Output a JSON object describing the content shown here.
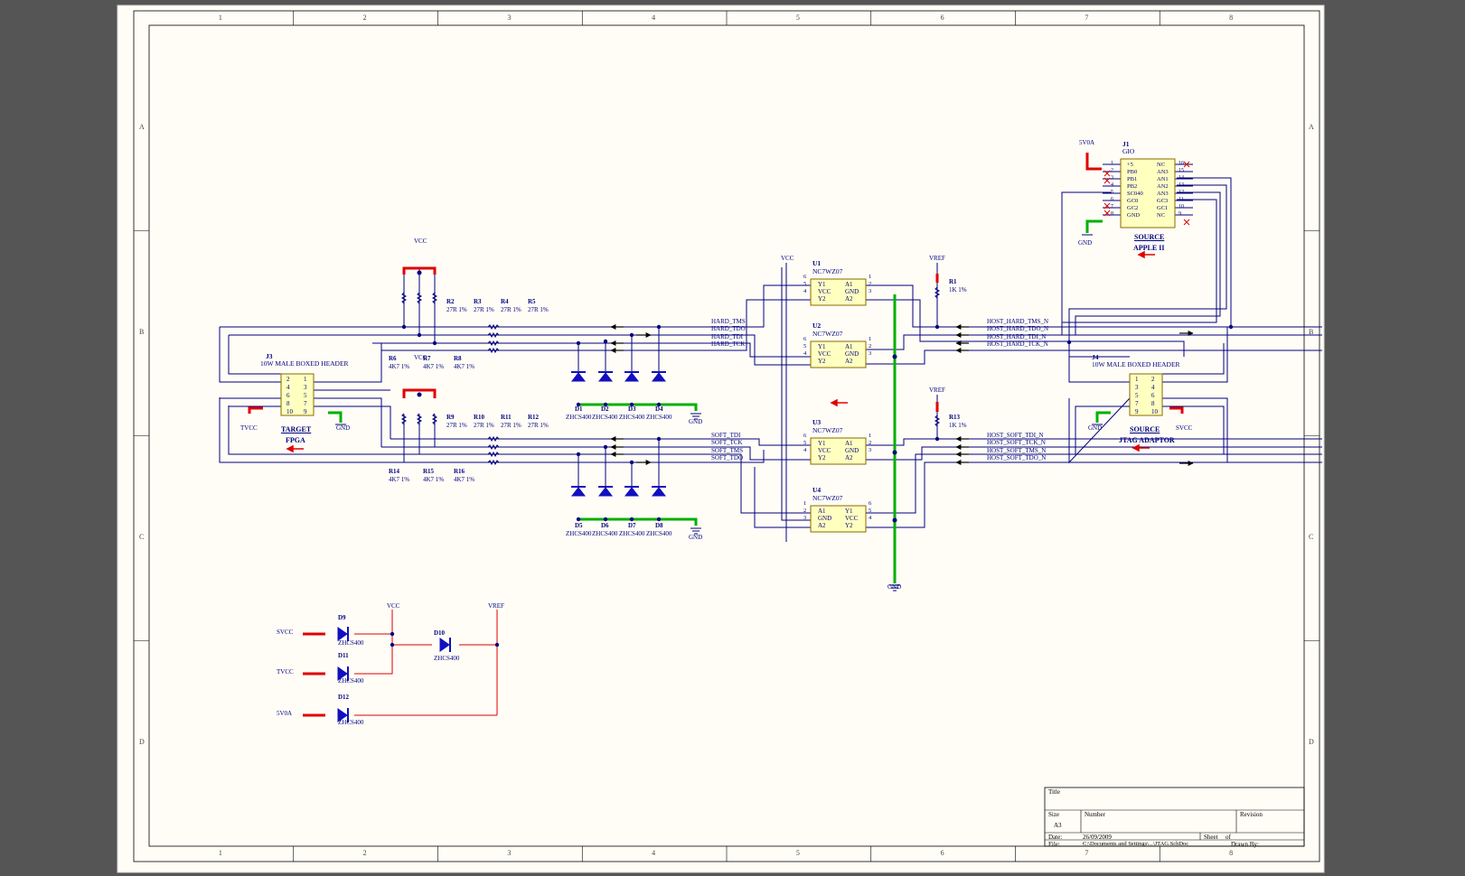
{
  "sheet": {
    "zone_columns": [
      "1",
      "2",
      "3",
      "4",
      "5",
      "6",
      "7",
      "8"
    ],
    "zone_rows": [
      "A",
      "B",
      "C",
      "D"
    ]
  },
  "ports": {
    "vcc": "VCC",
    "vref": "VREF",
    "gnd": "GND",
    "tvcc": "TVCC",
    "svcc": "SVCC",
    "v5a": "5V0A"
  },
  "resistors": [
    {
      "ref": "R1",
      "value": "1K 1%"
    },
    {
      "ref": "R2",
      "value": "27R 1%"
    },
    {
      "ref": "R3",
      "value": "27R 1%"
    },
    {
      "ref": "R4",
      "value": "27R 1%"
    },
    {
      "ref": "R5",
      "value": "27R 1%"
    },
    {
      "ref": "R6",
      "value": "4K7 1%"
    },
    {
      "ref": "R7",
      "value": "4K7 1%"
    },
    {
      "ref": "R8",
      "value": "4K7 1%"
    },
    {
      "ref": "R9",
      "value": "27R 1%"
    },
    {
      "ref": "R10",
      "value": "27R 1%"
    },
    {
      "ref": "R11",
      "value": "27R 1%"
    },
    {
      "ref": "R12",
      "value": "27R 1%"
    },
    {
      "ref": "R13",
      "value": "1K 1%"
    },
    {
      "ref": "R14",
      "value": "4K7 1%"
    },
    {
      "ref": "R15",
      "value": "4K7 1%"
    },
    {
      "ref": "R16",
      "value": "4K7 1%"
    }
  ],
  "diodes": [
    {
      "ref": "D1",
      "value": "ZHCS400"
    },
    {
      "ref": "D2",
      "value": "ZHCS400"
    },
    {
      "ref": "D3",
      "value": "ZHCS400"
    },
    {
      "ref": "D4",
      "value": "ZHCS400"
    },
    {
      "ref": "D5",
      "value": "ZHCS400"
    },
    {
      "ref": "D6",
      "value": "ZHCS400"
    },
    {
      "ref": "D7",
      "value": "ZHCS400"
    },
    {
      "ref": "D8",
      "value": "ZHCS400"
    },
    {
      "ref": "D9",
      "value": "ZHCS400"
    },
    {
      "ref": "D10",
      "value": "ZHCS400"
    },
    {
      "ref": "D11",
      "value": "ZHCS400"
    },
    {
      "ref": "D12",
      "value": "ZHCS400"
    }
  ],
  "buffers": [
    {
      "ref": "U1",
      "value": "NC7WZ07",
      "pins_l": [
        "6",
        "5",
        "4"
      ],
      "pins_r": [
        "1",
        "2",
        "3"
      ],
      "in_l": [
        "Y1",
        "VCC",
        "Y2"
      ],
      "in_r": [
        "A1",
        "GND",
        "A2"
      ]
    },
    {
      "ref": "U2",
      "value": "NC7WZ07",
      "pins_l": [
        "6",
        "5",
        "4"
      ],
      "pins_r": [
        "1",
        "2",
        "3"
      ],
      "in_l": [
        "Y1",
        "VCC",
        "Y2"
      ],
      "in_r": [
        "A1",
        "GND",
        "A2"
      ]
    },
    {
      "ref": "U3",
      "value": "NC7WZ07",
      "pins_l": [
        "6",
        "5",
        "4"
      ],
      "pins_r": [
        "1",
        "2",
        "3"
      ],
      "in_l": [
        "Y1",
        "VCC",
        "Y2"
      ],
      "in_r": [
        "A1",
        "GND",
        "A2"
      ]
    },
    {
      "ref": "U4",
      "value": "NC7WZ07",
      "pins_l": [
        "1",
        "2",
        "3"
      ],
      "pins_r": [
        "6",
        "5",
        "4"
      ],
      "in_l": [
        "A1",
        "GND",
        "A2"
      ],
      "in_r": [
        "Y1",
        "VCC",
        "Y2"
      ]
    }
  ],
  "headers": {
    "j3": {
      "ref": "J3",
      "value": "10W MALE BOXED HEADER",
      "pins_l": [
        "2",
        "4",
        "6",
        "8",
        "10"
      ],
      "pins_r": [
        "1",
        "3",
        "5",
        "7",
        "9"
      ],
      "role": "TARGET",
      "name": "FPGA"
    },
    "j4": {
      "ref": "J4",
      "value": "10W MALE BOXED HEADER",
      "pins_l": [
        "1",
        "3",
        "5",
        "7",
        "9"
      ],
      "pins_r": [
        "2",
        "4",
        "6",
        "8",
        "10"
      ],
      "role": "SOURCE",
      "name": "JTAG ADAPTOR"
    },
    "j1": {
      "ref": "J1",
      "value": "GIO",
      "role": "SOURCE",
      "name": "APPLE II",
      "pins_l": [
        "1",
        "2",
        "3",
        "4",
        "5",
        "6",
        "7",
        "8"
      ],
      "names_l": [
        "+5",
        "PB0",
        "PB1",
        "PB2",
        "SC040",
        "GC0",
        "GC2",
        "GND"
      ],
      "pins_r": [
        "16",
        "15",
        "14",
        "13",
        "12",
        "11",
        "10",
        "9"
      ],
      "names_r": [
        "NC",
        "AN3",
        "AN1",
        "AN2",
        "AN3",
        "GC3",
        "GC1",
        "NC"
      ]
    }
  },
  "nets": {
    "hard": [
      "HARD_TMS",
      "HARD_TDO",
      "HARD_TDI",
      "HARD_TCK"
    ],
    "soft": [
      "SOFT_TDI",
      "SOFT_TCK",
      "SOFT_TMS",
      "SOFT_TDO"
    ],
    "host_hard": [
      "HOST_HARD_TMS_N",
      "HOST_HARD_TDO_N",
      "HOST_HARD_TDI_N",
      "HOST_HARD_TCK_N"
    ],
    "host_soft": [
      "HOST_SOFT_TDI_N",
      "HOST_SOFT_TCK_N",
      "HOST_SOFT_TMS_N",
      "HOST_SOFT_TDO_N"
    ]
  },
  "title_block": {
    "title_label": "Title",
    "size_label": "Size",
    "size_value": "A3",
    "number_label": "Number",
    "revision_label": "Revision",
    "date_label": "Date:",
    "date_value": "26/09/2009",
    "file_label": "File:",
    "file_value": "C:\\Documents and Settings\\...\\JTAG.SchDoc",
    "sheet_label": "Sheet",
    "of_label": "of",
    "drawn_label": "Drawn By:"
  },
  "colors": {
    "wire": "#000080",
    "power": "#e00000",
    "ground": "#00b000",
    "paper": "#fffdf6",
    "part_fill": "#ffffc0",
    "nc_mark": "#e00000",
    "diode": "#1010c0"
  }
}
